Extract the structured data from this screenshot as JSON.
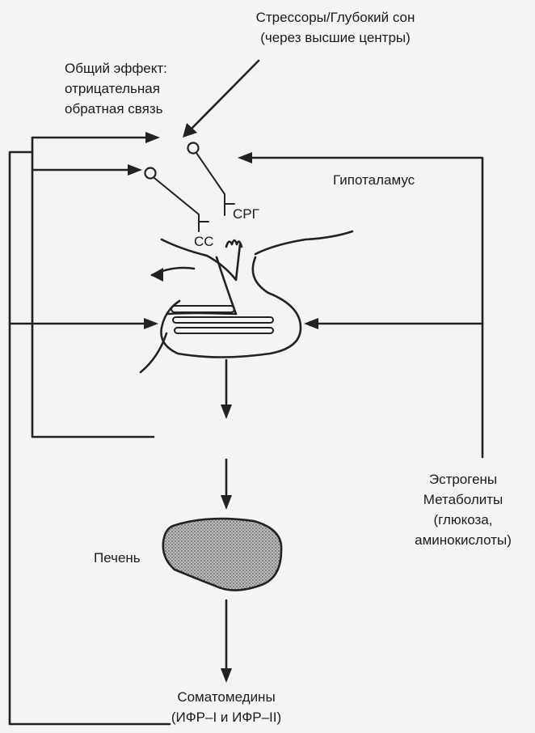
{
  "labels": {
    "stressors_line1": "Стрессоры/Глубокий сон",
    "stressors_line2": "(через высшие центры)",
    "effect_line1": "Общий эффект:",
    "effect_line2": "отрицательная",
    "effect_line3": "обратная связь",
    "hypothalamus": "Гипоталамус",
    "srg": "СРГ",
    "ss": "СС",
    "estrogens": "Эстрогены",
    "metabolites": "Метаболиты",
    "metabolites_detail_1": "(глюкоза,",
    "metabolites_detail_2": "аминокислоты)",
    "liver": "Печень",
    "somatomedins_line1": "Соматомедины",
    "somatomedins_line2": "(ИФР–I и ИФР–II)"
  }
}
